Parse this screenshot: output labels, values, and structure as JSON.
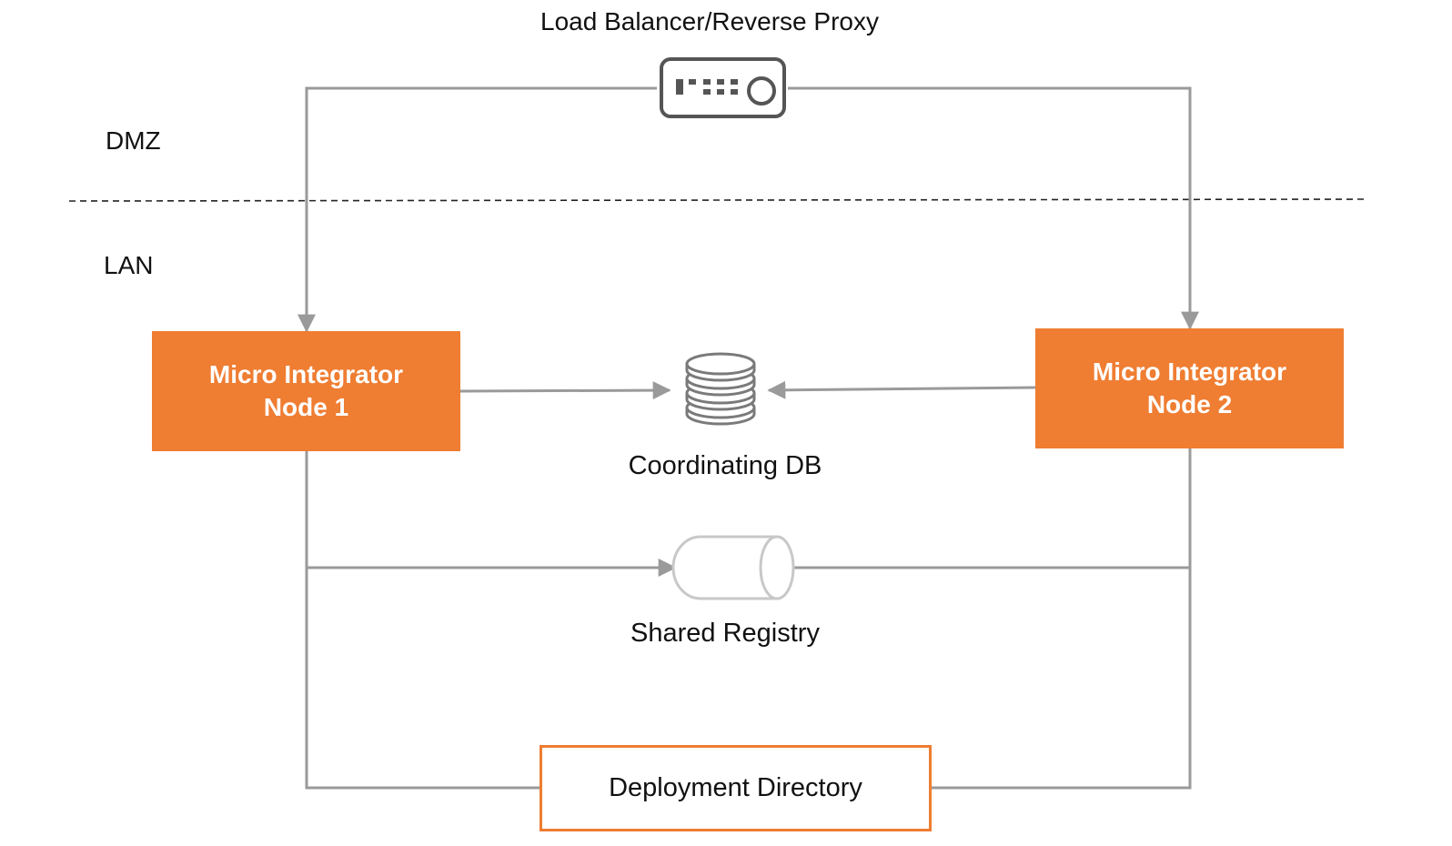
{
  "title": "Load Balancer/Reverse Proxy",
  "zones": {
    "dmz": "DMZ",
    "lan": "LAN"
  },
  "nodes": [
    {
      "line1": "Micro Integrator",
      "line2": "Node 1"
    },
    {
      "line1": "Micro Integrator",
      "line2": "Node 2"
    }
  ],
  "coordinating_db": {
    "label": "Coordinating DB",
    "icon": "database-icon"
  },
  "shared_registry": {
    "label": "Shared Registry",
    "icon": "registry-cylinder-icon"
  },
  "deployment_directory": {
    "label": "Deployment Directory"
  },
  "load_balancer": {
    "icon": "load-balancer-device-icon"
  },
  "colors": {
    "node_fill": "#ef7d32",
    "deploy_border": "#ef7d32",
    "connector": "#9a9a9a",
    "divider": "#222222"
  }
}
